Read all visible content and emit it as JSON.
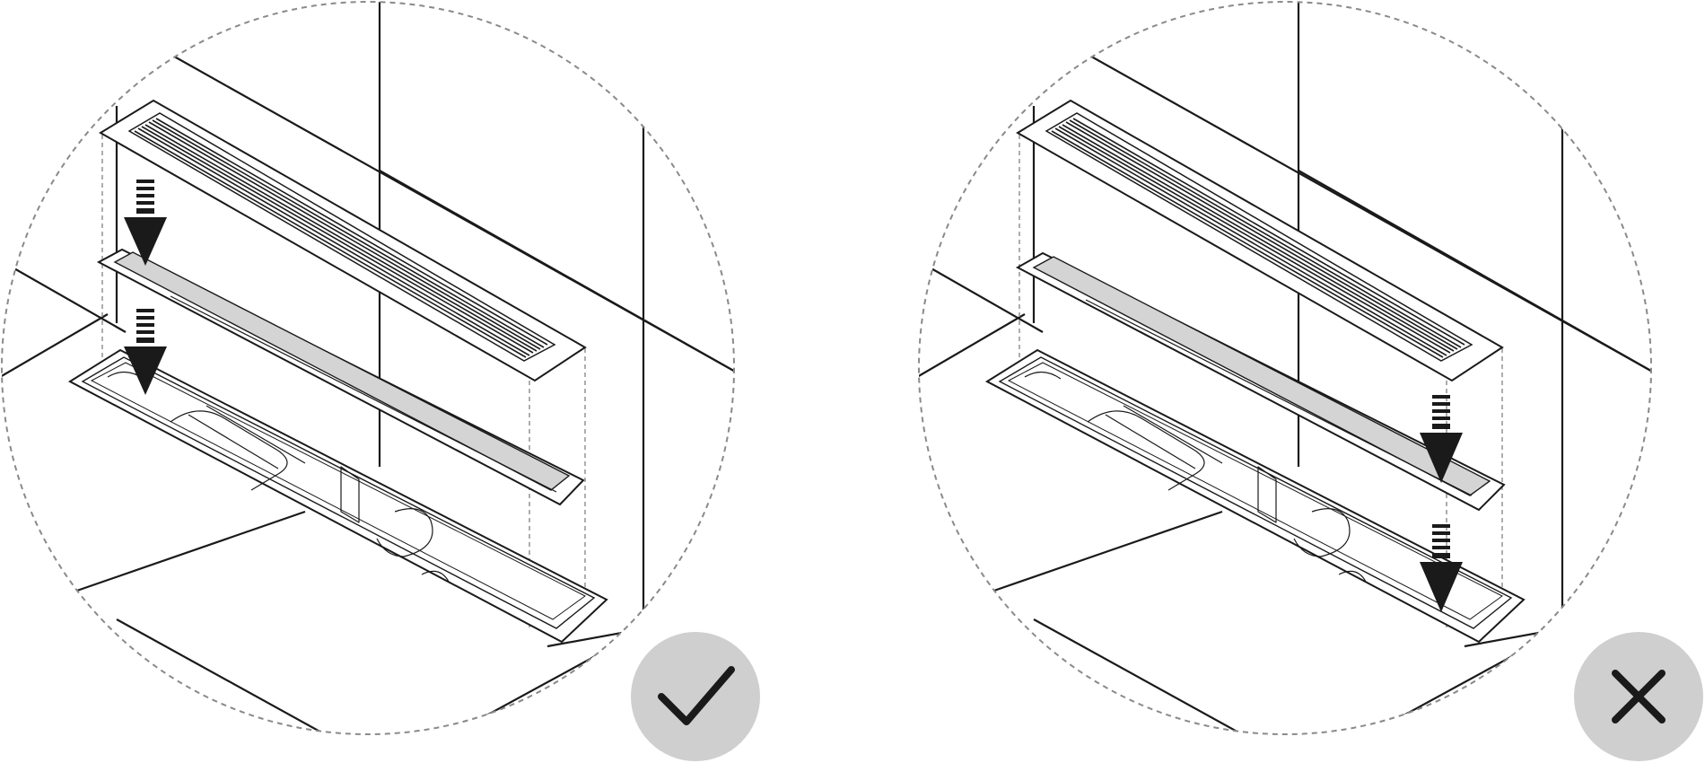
{
  "panels": [
    {
      "id": "correct",
      "verdict": "correct",
      "badge_icon": "checkmark-icon",
      "order": [
        "grate",
        "insert",
        "channel"
      ]
    },
    {
      "id": "incorrect",
      "verdict": "incorrect",
      "badge_icon": "cross-icon",
      "order": [
        "grate",
        "insert",
        "channel"
      ]
    }
  ],
  "colors": {
    "outline": "#1a1a1a",
    "dashed_circle": "#8a8a8a",
    "badge_fill": "#cfcfcf",
    "insert_fill": "#d4d4d4"
  }
}
